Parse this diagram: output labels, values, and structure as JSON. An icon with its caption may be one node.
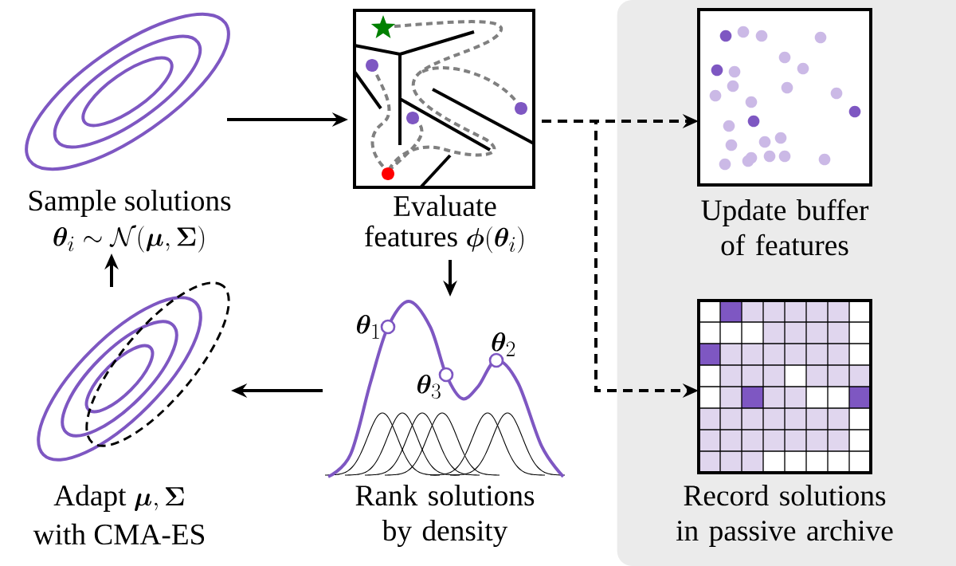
{
  "diagram": {
    "nodes": [
      {
        "text": [],
        "shape": "picture",
        "beside": [
          "Sample solutions",
          "\\boldsymbol{\\theta}_i \\sim \\mathcal{N}(\\boldsymbol{\\mu}, \\boldsymbol{\\Sigma})"
        ]
      },
      {
        "text": [],
        "shape": "picture",
        "beside": [
          "Evaluate",
          "features",
          "\\boldsymbol{\\phi}(\\boldsymbol{\\theta}_i)"
        ]
      },
      {
        "text": [],
        "shape": "box"
      },
      {
        "text": [],
        "shape": "picture",
        "in": 2,
        "beside": [
          "Update buffer of features"
        ]
      },
      {
        "text": [],
        "shape": "picture",
        "in": 2,
        "beside": [
          "Record solutions in passive archive"
        ]
      },
      {
        "text": [],
        "shape": "picture",
        "beside": [
          "Rank solutions by density"
        ]
      },
      {
        "text": [],
        "shape": "picture",
        "beside": [
          "Adapt",
          "\\boldsymbol{\\mu}, \\boldsymbol{\\Sigma}",
          "with CMA-ES"
        ]
      }
    ],
    "edges": [
      {
        "from": 0,
        "to": 1,
        "arrow": "to"
      },
      {
        "from": 1,
        "to": 3,
        "arrow": "to",
        "style": "dashed"
      },
      {
        "from": 1,
        "to": 4,
        "arrow": "to",
        "style": "dashed"
      },
      {
        "from": 1,
        "to": 5,
        "arrow": "to"
      },
      {
        "from": 5,
        "to": 6,
        "arrow": "to"
      },
      {
        "from": 6,
        "to": 0,
        "arrow": "to"
      }
    ],
    "labels": [
      "\\boldsymbol{\\theta}_1",
      "\\boldsymbol{\\theta}_3",
      "\\boldsymbol{\\theta}_2"
    ]
  }
}
